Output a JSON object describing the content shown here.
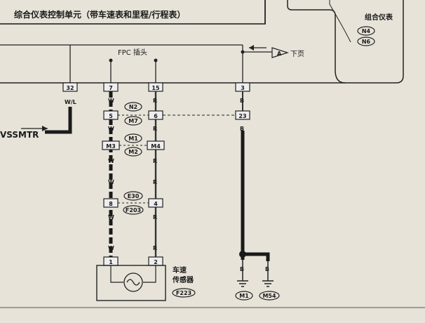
{
  "unit_title": "综合仪表控制单元（带车速表和里程/行程表）",
  "fpc_label": "FPC 插头",
  "next_page_marker": "A",
  "next_page_label": "下页",
  "combo_meter": {
    "title": "组合仪表",
    "codes": [
      "N4",
      "N6"
    ]
  },
  "vssmtr": "VSSMTR",
  "unit_pins": [
    "32",
    "7",
    "15",
    "3"
  ],
  "wire_wl": "W/L",
  "wire_w": "W",
  "wire_r": "R",
  "wire_b": "B",
  "row1": {
    "left": "5",
    "right": "6",
    "codes": [
      "N2",
      "M7"
    ],
    "far": "23"
  },
  "row2": {
    "left": "M3",
    "right": "M4",
    "codes": [
      "M1",
      "M2"
    ]
  },
  "row3": {
    "left": "8",
    "right": "4",
    "codes": [
      "E30",
      "F203"
    ]
  },
  "sensor": {
    "pins": [
      "1",
      "2"
    ],
    "name_line1": "车速",
    "name_line2": "传感器",
    "code": "F223"
  },
  "grounds": [
    "M1",
    "M54"
  ]
}
